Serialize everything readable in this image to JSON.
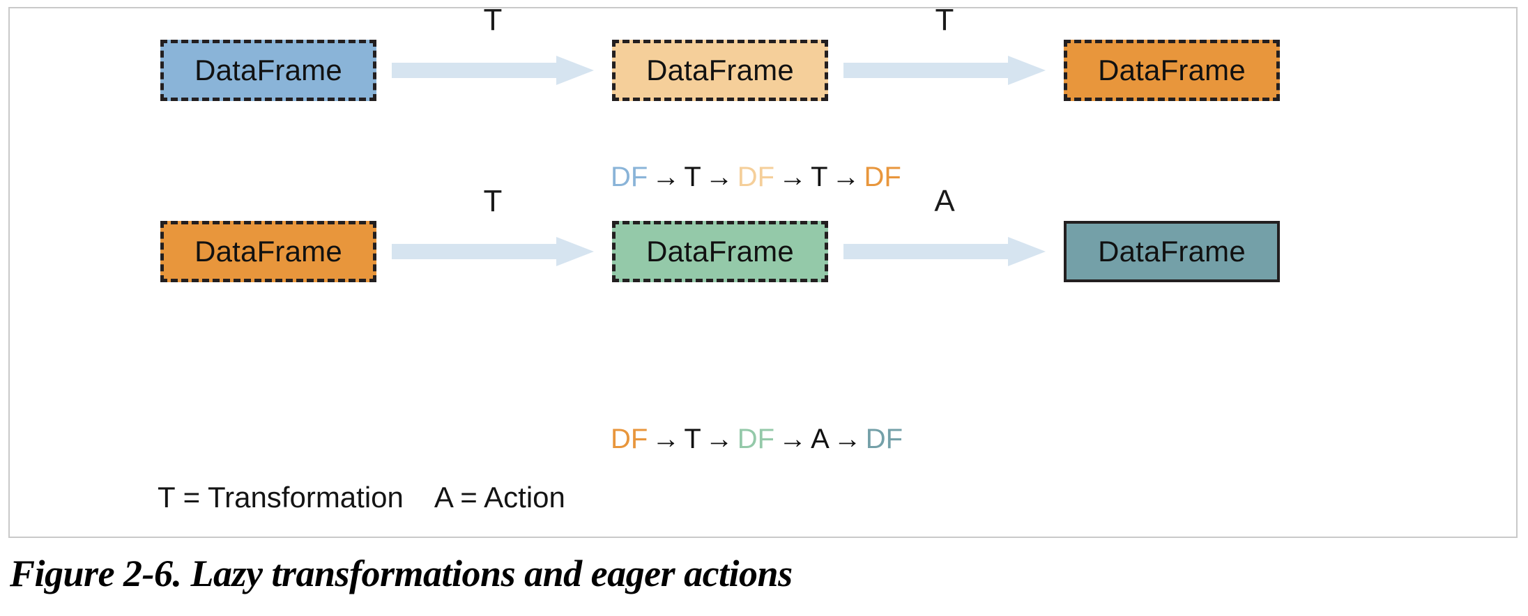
{
  "figure": {
    "caption": "Figure 2-6. Lazy transformations and eager actions",
    "panel_border_color": "#c9c9c9",
    "background": "#ffffff"
  },
  "palette": {
    "blue": "#8ab4d8",
    "tan": "#f5cf9a",
    "orange": "#e8963c",
    "green": "#94c9a9",
    "teal": "#74a0a8",
    "arrow_fill": "#d6e4f0",
    "box_outline": "#231f20",
    "text_dark": "#111111"
  },
  "rows": [
    {
      "id": "lazy-transformations-row",
      "boxes": [
        {
          "label": "DataFrame",
          "fill": "#8ab4d8",
          "border_style": "dashed"
        },
        {
          "label": "DataFrame",
          "fill": "#f5cf9a",
          "border_style": "dashed"
        },
        {
          "label": "DataFrame",
          "fill": "#e8963c",
          "border_style": "dashed"
        }
      ],
      "arrows": [
        {
          "label": "T",
          "fill": "#d6e4f0"
        },
        {
          "label": "T",
          "fill": "#d6e4f0"
        }
      ],
      "chain": [
        {
          "text": "DF",
          "color": "#8ab4d8"
        },
        {
          "text": "→",
          "color": "#111111"
        },
        {
          "text": "T",
          "color": "#111111"
        },
        {
          "text": "→",
          "color": "#111111"
        },
        {
          "text": "DF",
          "color": "#f5cf9a"
        },
        {
          "text": "→",
          "color": "#111111"
        },
        {
          "text": "T",
          "color": "#111111"
        },
        {
          "text": "→",
          "color": "#111111"
        },
        {
          "text": "DF",
          "color": "#e8963c"
        }
      ]
    },
    {
      "id": "eager-action-row",
      "boxes": [
        {
          "label": "DataFrame",
          "fill": "#e8963c",
          "border_style": "dashed"
        },
        {
          "label": "DataFrame",
          "fill": "#94c9a9",
          "border_style": "dashed"
        },
        {
          "label": "DataFrame",
          "fill": "#74a0a8",
          "border_style": "solid"
        }
      ],
      "arrows": [
        {
          "label": "T",
          "fill": "#d6e4f0"
        },
        {
          "label": "A",
          "fill": "#d6e4f0"
        }
      ],
      "chain": [
        {
          "text": "DF",
          "color": "#e8963c"
        },
        {
          "text": "→",
          "color": "#111111"
        },
        {
          "text": "T",
          "color": "#111111"
        },
        {
          "text": "→",
          "color": "#111111"
        },
        {
          "text": "DF",
          "color": "#94c9a9"
        },
        {
          "text": "→",
          "color": "#111111"
        },
        {
          "text": "A",
          "color": "#111111"
        },
        {
          "text": "→",
          "color": "#111111"
        },
        {
          "text": "DF",
          "color": "#74a0a8"
        }
      ]
    }
  ],
  "legend": {
    "transformation": "T = Transformation",
    "action": "A = Action"
  }
}
